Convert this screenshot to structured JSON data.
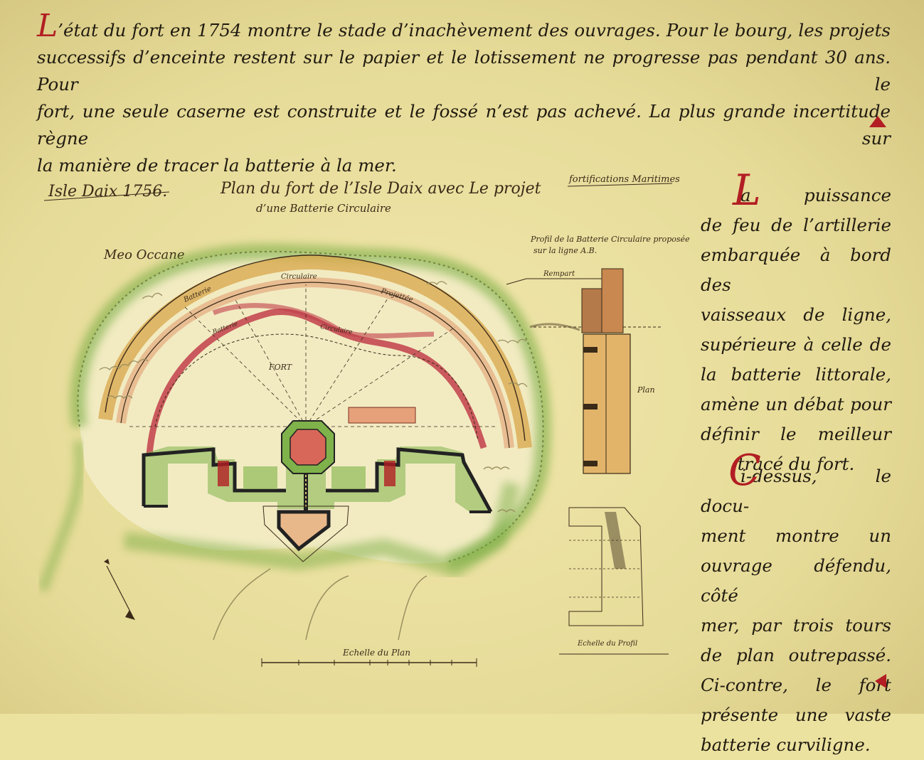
{
  "intro": {
    "initial": "L",
    "lines": [
      "’état du fort en 1754 montre le stade d’inachèvement des ouvrages. Pour le bourg, les projets",
      "successifs d’enceinte restent sur le papier et le lotissement ne progresse pas pendant 30 ans. Pour le",
      "fort, une seule caserne est construite et le fossé n’est pas achevé. La plus grande incertitude règne sur",
      "la manière de tracer la batterie à la mer."
    ]
  },
  "side1": {
    "initial": "L",
    "lines": [
      "a puissance",
      "de feu de l’artillerie",
      "embarquée à bord des",
      "vaisseaux de ligne,",
      "supérieure à celle de",
      "la batterie littorale,",
      "amène un débat pour",
      "définir le meilleur",
      "tracé du fort."
    ]
  },
  "side2": {
    "initial": "C",
    "lines": [
      "i-dessus, le docu-",
      "ment montre un",
      "ouvrage défendu, côté",
      "mer, par trois tours",
      "de plan outrepassé.",
      "Ci-contre, le fort",
      " présente une vaste",
      "batterie curviligne."
    ]
  },
  "map": {
    "title_left": "Isle Daix 1756.",
    "title_main": "Plan du fort de l’Isle Daix avec Le projet",
    "title_sub": "d’une Batterie Circulaire",
    "title_right": "fortifications Maritimes",
    "sea_label": "Meo Occane",
    "fort_label": "FORT",
    "profile_title": "Profil de la Batterie Circulaire proposée",
    "profile_sub": "sur la ligne A.B.",
    "rempart_label": "Rempart",
    "plan_label": "Plan",
    "scale_label": "Echelle du Plan",
    "profile_scale_label": "Echelle du Profil",
    "arc_labels": [
      "Batterie",
      "Circulaire",
      "Batterie",
      "Circulaire",
      "Projettée"
    ],
    "colors": {
      "red": "#b21e23",
      "green": "#6fa83a",
      "ochre": "#d8a64a"
    }
  }
}
